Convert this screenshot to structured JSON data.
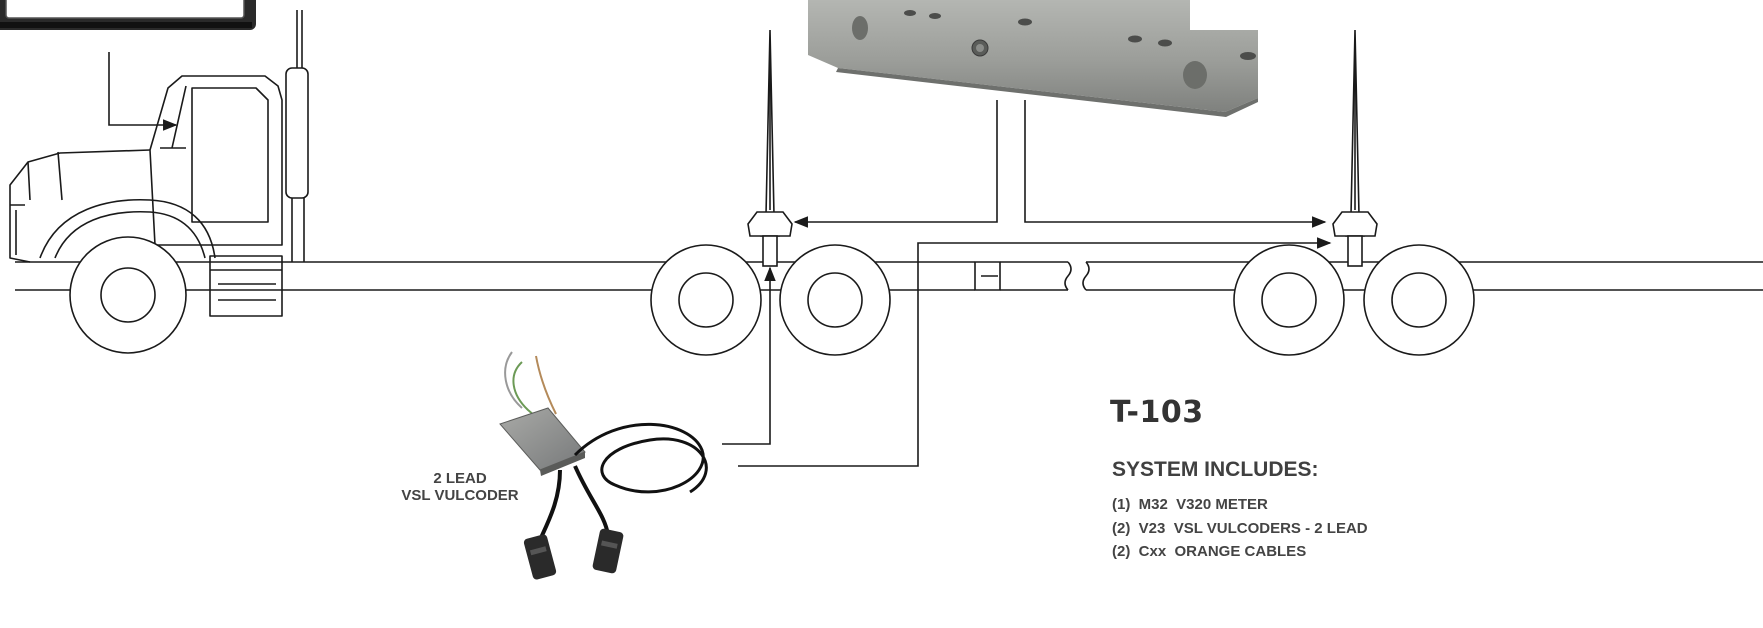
{
  "lead_label": {
    "line1": "2 LEAD",
    "line2": "VSL VULCODER"
  },
  "system": {
    "product_code": "T-103",
    "includes_title": "SYSTEM INCLUDES:",
    "items": [
      {
        "text": "(1)  M32  V320 METER"
      },
      {
        "text": "(2)  V23  VSL VULCODERS - 2 LEAD"
      },
      {
        "text": "(2)  Cxx  ORANGE CABLES"
      }
    ]
  },
  "colors": {
    "line": "#1a1a1a",
    "sensor_bar": "#9a9c99",
    "sensor_device": "#8d8f8c",
    "text": "#444444"
  }
}
